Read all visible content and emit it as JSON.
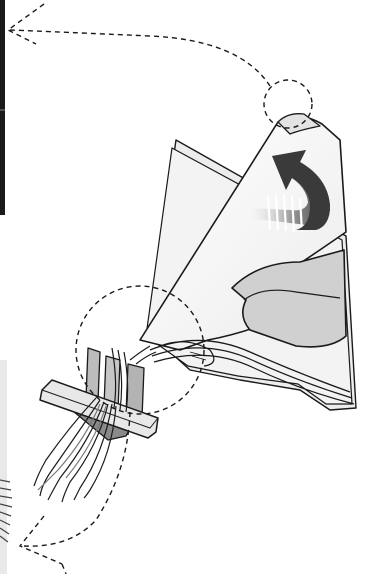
{
  "illustration": {
    "subject": "folding-instruction",
    "callouts": [
      {
        "name": "corner-callout",
        "target": "top-left-inset"
      },
      {
        "name": "clamp-callout",
        "target": "bottom-left-inset"
      }
    ],
    "arrow": {
      "icon": "curved-fold-arrow-icon",
      "direction": "counter-clockwise"
    },
    "colors": {
      "line": "#1a1a1a",
      "paper": "#f7f7f7",
      "paper_shade": "#e6e6e6",
      "paper_dark": "#bdbdbd",
      "arrow_dark": "#3a3a3a",
      "arrow_grad_light": "#d8d8d8",
      "clamp": "#cfcfcf",
      "clamp_dark": "#8a8a8a"
    }
  }
}
